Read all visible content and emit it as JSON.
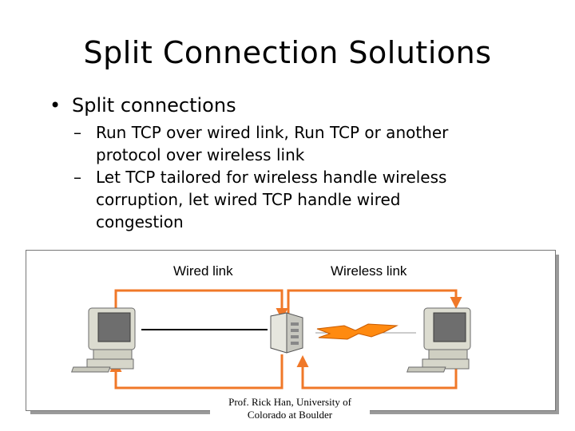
{
  "slide": {
    "title": "Split Connection Solutions",
    "bullet": "Split connections",
    "subbullets": [
      {
        "dash": "–",
        "line1": "Run TCP over wired link, Run TCP or another",
        "line2": "protocol over wireless link"
      },
      {
        "dash": "–",
        "line1": "Let TCP tailored for wireless handle wireless",
        "line2": "corruption, let wired TCP handle wired",
        "line3": "congestion"
      }
    ]
  },
  "figure": {
    "wired_label": "Wired link",
    "wireless_label": "Wireless link",
    "credit_line1": "Prof. Rick Han, University of",
    "credit_line2": "Colorado at Boulder",
    "colors": {
      "arrow": "#f07828",
      "lightning": "#ff8a10",
      "computer_body": "#dcdcd0",
      "screen": "#707070"
    },
    "icons": [
      "left-computer-icon",
      "server-tower-icon",
      "right-computer-icon",
      "lightning-bolt-icon"
    ]
  }
}
